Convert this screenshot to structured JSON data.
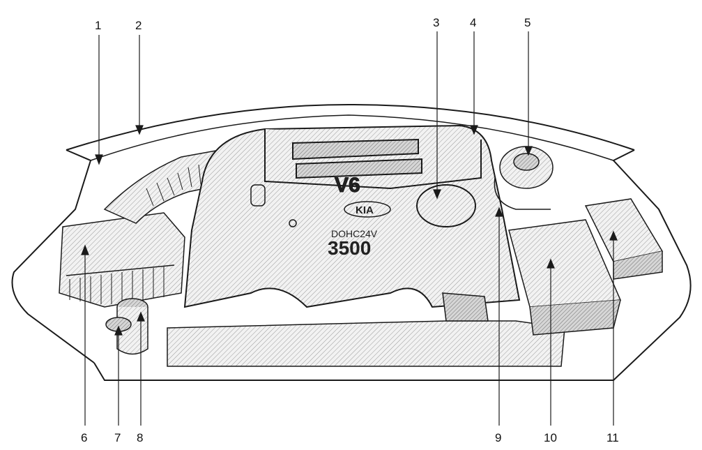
{
  "callouts": {
    "c1": "1",
    "c2": "2",
    "c3": "3",
    "c4": "4",
    "c5": "5",
    "c6": "6",
    "c7": "7",
    "c8": "8",
    "c9": "9",
    "c10": "10",
    "c11": "11"
  },
  "engine_cover": {
    "model": "V6",
    "brand": "KIA",
    "engine_type": "DOHC24V",
    "displacement": "3500"
  },
  "colors": {
    "line": "#1a1a1a",
    "hatch": "#8c8c8c",
    "part_fill": "#e6e6e6",
    "dark_fill": "#bdbdbd"
  }
}
